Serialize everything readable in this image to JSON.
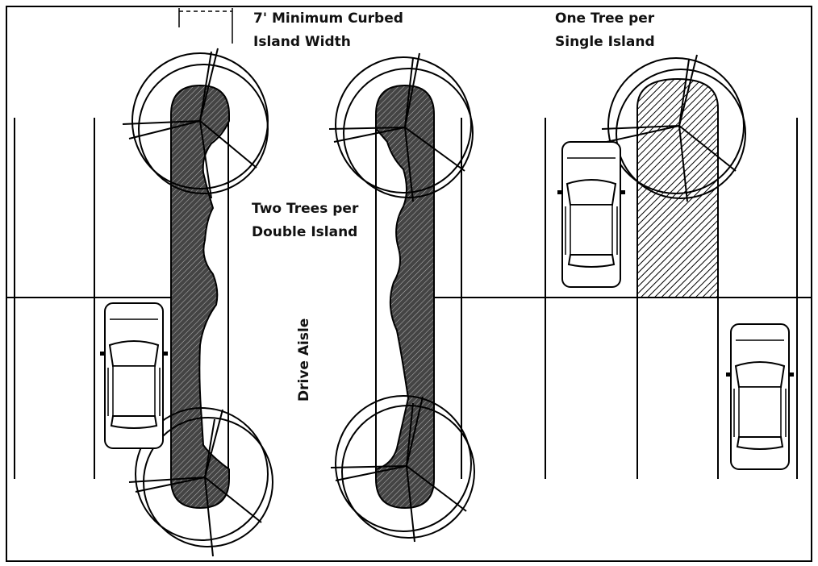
{
  "labels": {
    "island_width_line1": "7' Minimum Curbed",
    "island_width_line2": "Island Width",
    "single_island_line1": "One Tree per",
    "single_island_line2": "Single Island",
    "double_island_line1": "Two Trees per",
    "double_island_line2": "Double Island",
    "drive_aisle": "Drive Aisle"
  },
  "colors": {
    "stroke": "#000000",
    "island_fill": "#555555",
    "hatch_light": "#ffffff",
    "background": "#ffffff"
  },
  "icons": [
    "tree-canopy-icon",
    "car-icon",
    "parking-island-icon"
  ]
}
